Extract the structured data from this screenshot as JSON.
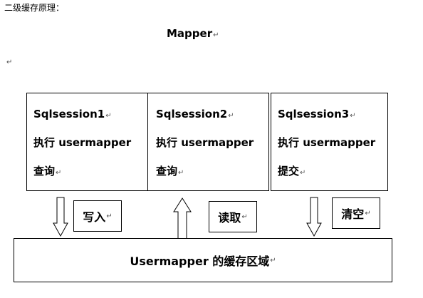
{
  "heading": "二级缓存原理：",
  "mapper_title": "Mapper",
  "para_mark": "↵",
  "sessions": [
    {
      "name": "Sqlsession1",
      "action": "执行 usermapper",
      "operation": "查询"
    },
    {
      "name": "Sqlsession2",
      "action": "执行 usermapper",
      "operation": "查询"
    },
    {
      "name": "Sqlsession3",
      "action": "执行 usermapper",
      "operation": "提交"
    }
  ],
  "labels": {
    "write": "写入",
    "read": "读取",
    "clear": "清空"
  },
  "cache_area": "Usermapper 的缓存区域"
}
